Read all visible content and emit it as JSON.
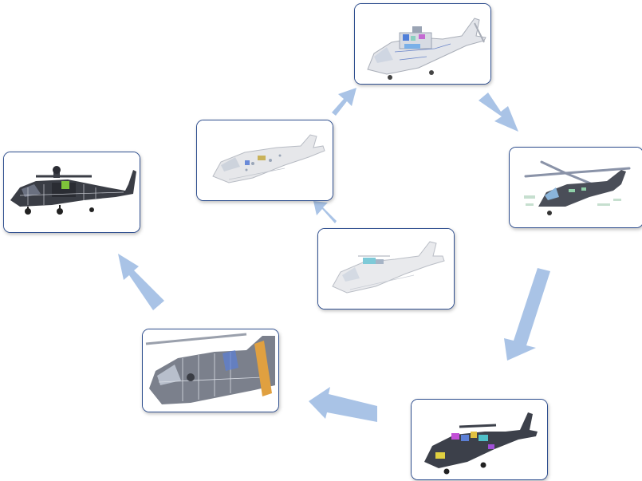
{
  "diagram": {
    "stages": [
      {
        "id": "concept",
        "icon": "helicopter-concept-icon"
      },
      {
        "id": "preliminary",
        "icon": "helicopter-preliminary-icon"
      },
      {
        "id": "detailed",
        "icon": "helicopter-detailed-icon"
      },
      {
        "id": "rotor-systems",
        "icon": "helicopter-rotor-systems-icon"
      },
      {
        "id": "full-systems",
        "icon": "helicopter-full-systems-icon"
      },
      {
        "id": "cutaway",
        "icon": "helicopter-cutaway-icon"
      },
      {
        "id": "final",
        "icon": "helicopter-final-icon"
      }
    ],
    "colors": {
      "card_border": "#2f4f8f",
      "arrow": "#a9c3e6",
      "fuselage_light": "#e8e9ec",
      "fuselage_dark": "#3b3f4a",
      "system_accent": "#5b7fd6"
    }
  }
}
